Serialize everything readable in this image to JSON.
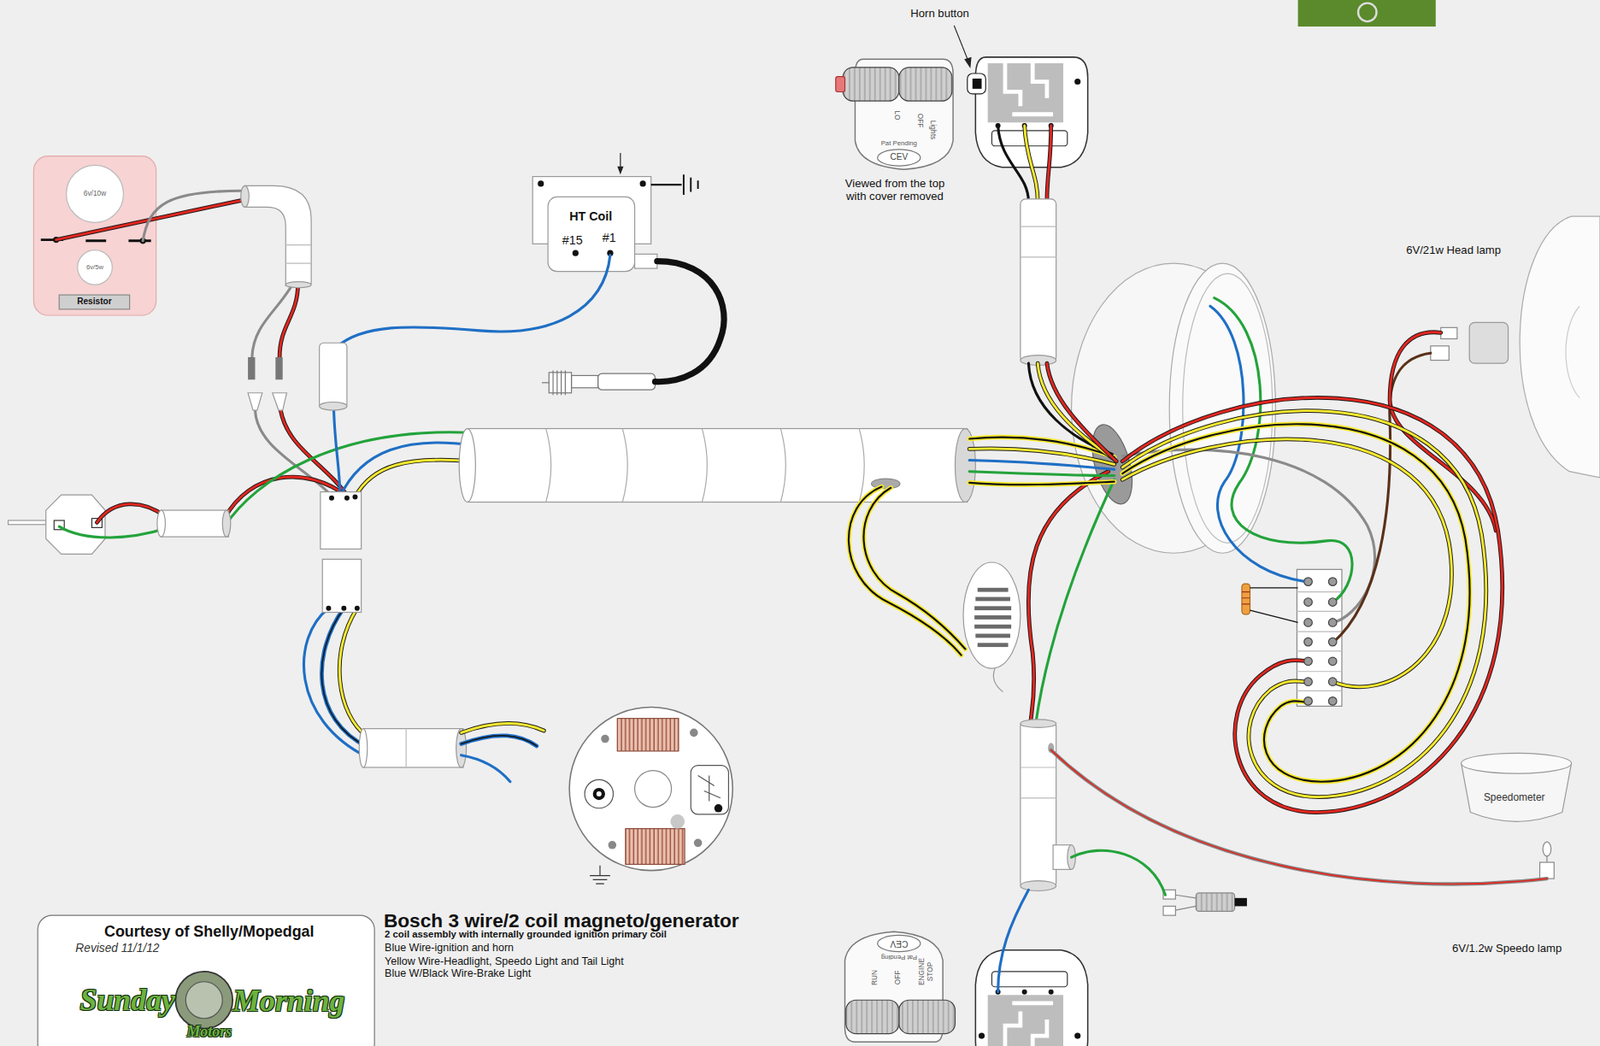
{
  "diagram": {
    "title": "Bosch 3 wire/2 coil magneto/generator",
    "nodes": [
      {
        "text": [
          "LO",
          "OFF",
          "Lights",
          "Pat Pending"
        ]
      },
      {
        "text": [
          "CEV"
        ],
        "in": 0
      },
      {
        "text": [
          "Resistor"
        ]
      },
      {
        "text": [
          "6v/10w"
        ],
        "in": 2
      },
      {
        "text": [
          "6v/5w"
        ],
        "in": 2
      },
      {
        "text": [
          "HT Coil",
          "#15",
          "#1"
        ]
      },
      {
        "text": [
          "Speedometer"
        ]
      },
      {
        "text": [
          "Courtesy of Shelly/Mopedgal",
          "Revised 11/1/12"
        ]
      },
      {
        "text": [
          "RUN",
          "OFF",
          "ENGINE STOP",
          "Pat Pending"
        ]
      },
      {
        "text": [
          "CEV"
        ],
        "in": 8
      }
    ],
    "labels": [
      "Horn button",
      "Viewed from the top with cover removed",
      "6V/21w Head lamp",
      "2 coil assembly with internally grounded ignition primary coil",
      "Blue Wire-ignition and horn",
      "Yellow Wire-Headlight, Speedo Light and Tail Light",
      "Blue W/Black Wire-Brake Light",
      "6V/1.2w Speedo lamp",
      "Sunday",
      "Morning",
      "Motors"
    ]
  }
}
